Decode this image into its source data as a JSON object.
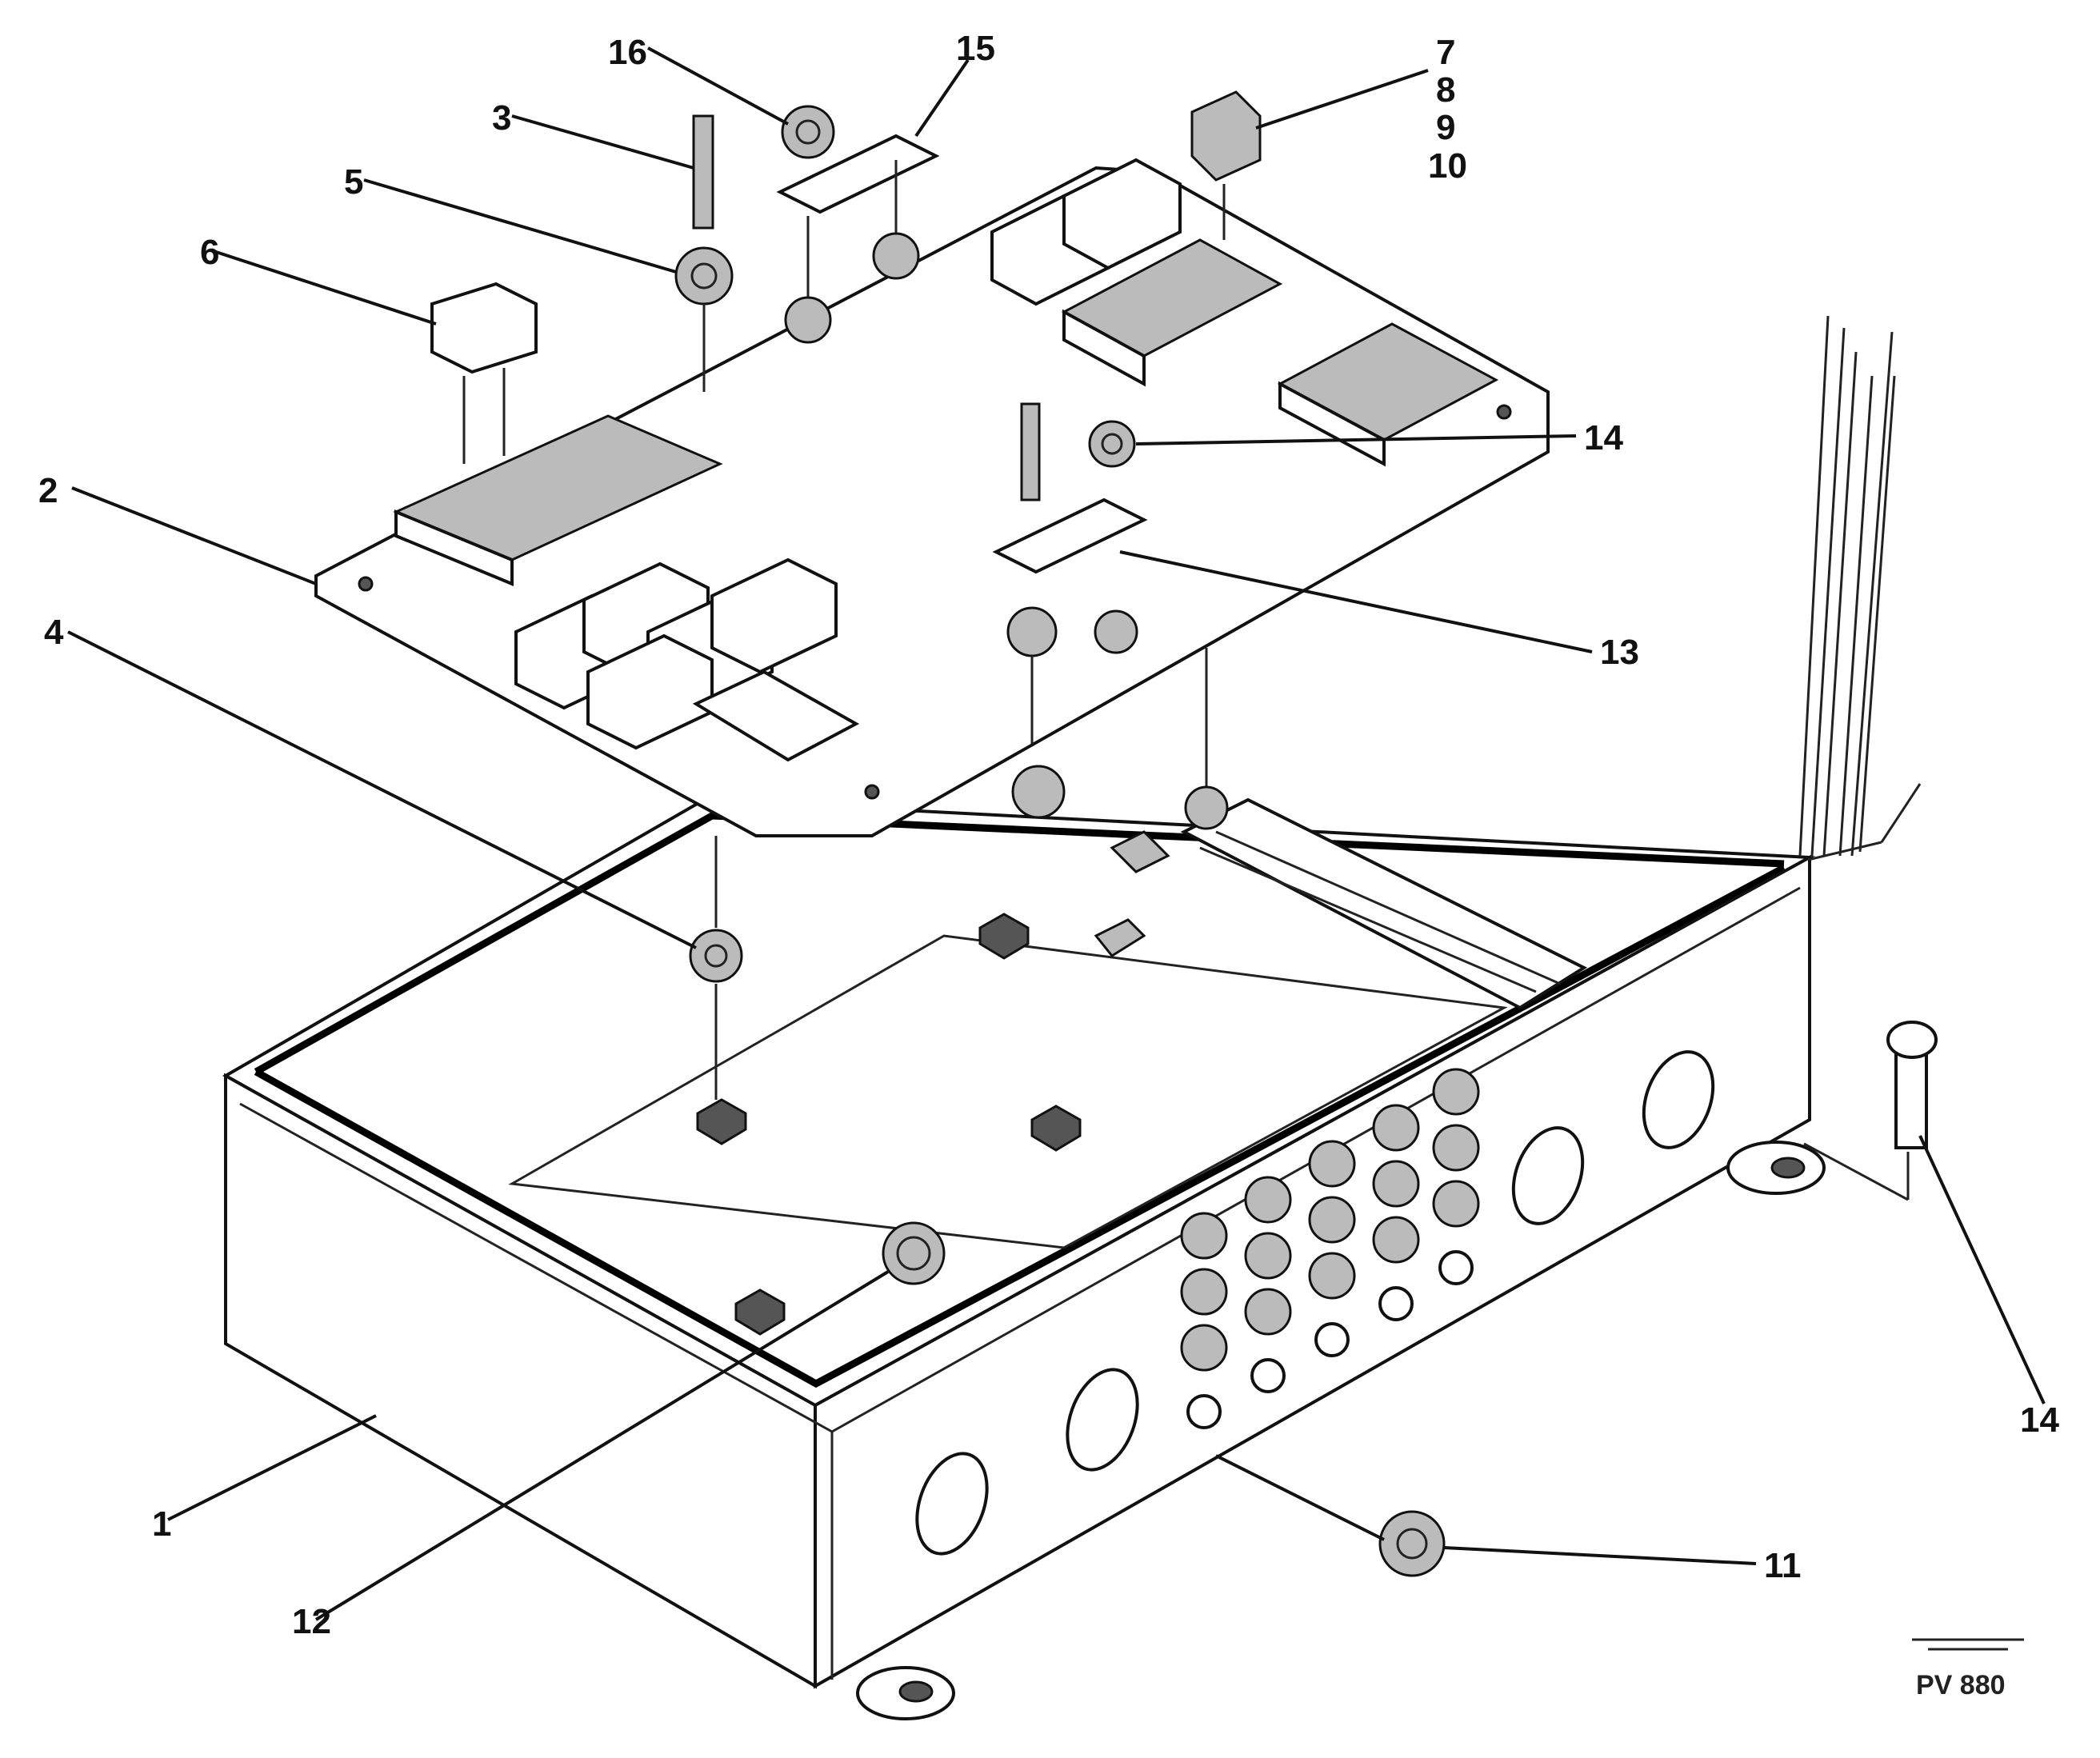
{
  "callouts": {
    "c1": "1",
    "c2": "2",
    "c3": "3",
    "c4": "4",
    "c5": "5",
    "c6": "6",
    "c7": "7",
    "c8": "8",
    "c9": "9",
    "c10": "10",
    "c11": "11",
    "c12": "12",
    "c13": "13",
    "c14a": "14",
    "c14b": "14",
    "c15": "15",
    "c16": "16"
  },
  "stamp": {
    "code": "PV 880"
  }
}
